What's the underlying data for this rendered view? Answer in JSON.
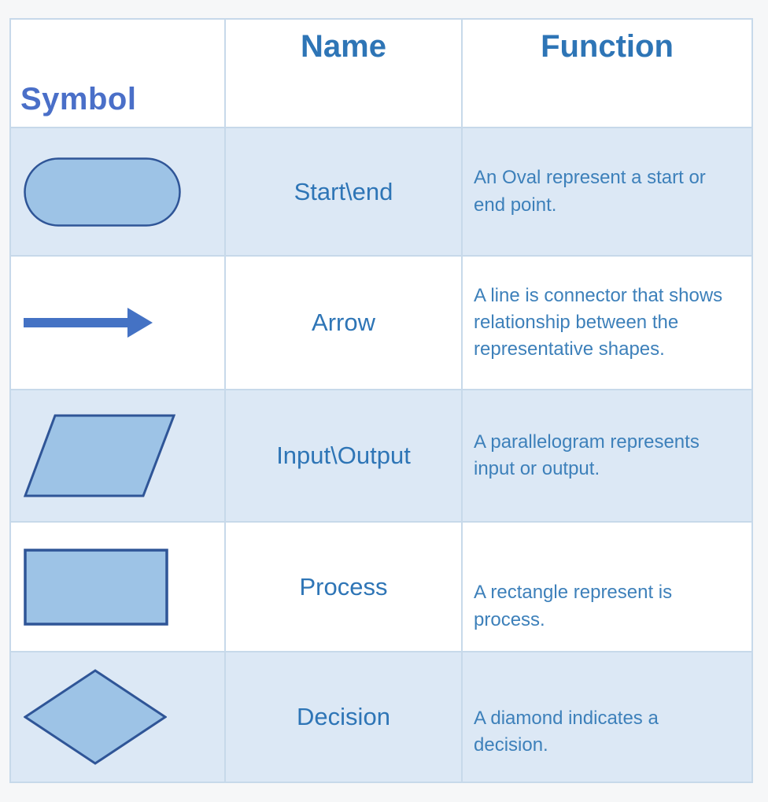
{
  "page_title": "Flowchart symbols reference table",
  "colors": {
    "page_bg": "#f6f7f8",
    "table_border": "#c7d9ea",
    "header_bg": "#ffffff",
    "row_bg": "#ffffff",
    "row_alt_bg": "#dce8f5",
    "symbol_header_text": "#4a6fc8",
    "header_text": "#2e75b6",
    "name_text": "#2e75b6",
    "function_text": "#3d80ba",
    "shape_fill": "#9dc3e6",
    "shape_stroke": "#2f5597",
    "arrow_fill": "#4472c4"
  },
  "table": {
    "headers": {
      "symbol": "Symbol",
      "name": "Name",
      "function": "Function"
    },
    "rows": [
      {
        "symbol_icon": "oval-icon",
        "name": "Start\\end",
        "function": "An Oval represent a start or end point."
      },
      {
        "symbol_icon": "arrow-icon",
        "name": "Arrow",
        "function": "A line is connector that shows relationship between the representative shapes."
      },
      {
        "symbol_icon": "parallelogram-icon",
        "name": "Input\\Output",
        "function": "A parallelogram represents input or output."
      },
      {
        "symbol_icon": "rectangle-icon",
        "name": "Process",
        "function": "A rectangle represent is process."
      },
      {
        "symbol_icon": "diamond-icon",
        "name": "Decision",
        "function": "A diamond indicates a decision."
      }
    ]
  }
}
